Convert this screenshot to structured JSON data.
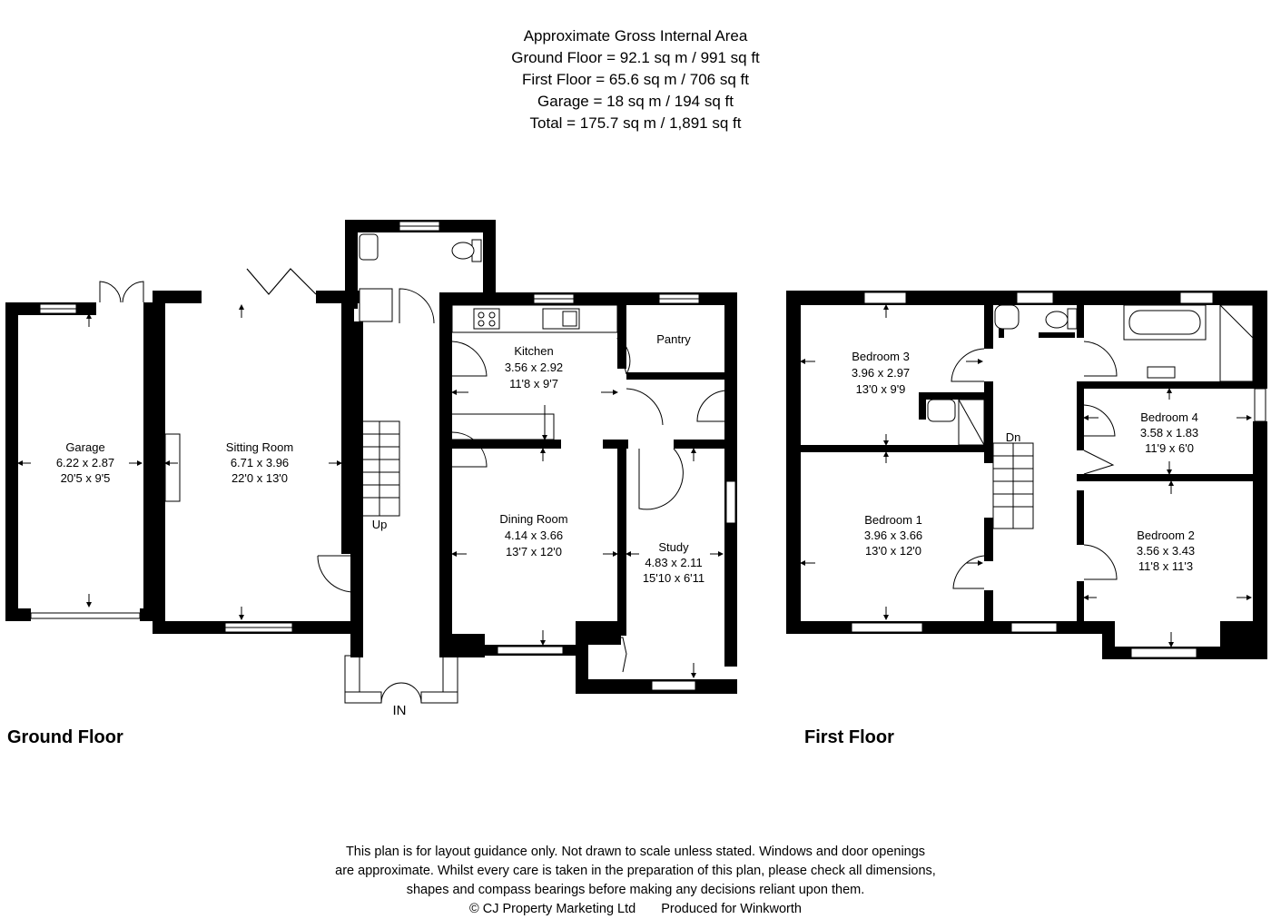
{
  "header": {
    "lines": [
      "Approximate Gross Internal Area",
      "Ground Floor = 92.1 sq m / 991 sq ft",
      "First Floor = 65.6 sq m / 706 sq ft",
      "Garage = 18 sq m / 194 sq ft",
      "Total = 175.7 sq m / 1,891 sq ft"
    ]
  },
  "floors": {
    "ground": "Ground Floor",
    "first": "First Floor"
  },
  "ground_rooms": {
    "garage": {
      "name": "Garage",
      "metric": "6.22 x 2.87",
      "imperial": "20'5 x 9'5"
    },
    "sitting": {
      "name": "Sitting Room",
      "metric": "6.71 x 3.96",
      "imperial": "22'0 x 13'0"
    },
    "kitchen": {
      "name": "Kitchen",
      "metric": "3.56 x 2.92",
      "imperial": "11'8 x 9'7"
    },
    "pantry": {
      "name": "Pantry"
    },
    "dining": {
      "name": "Dining Room",
      "metric": "4.14 x 3.66",
      "imperial": "13'7 x 12'0"
    },
    "study": {
      "name": "Study",
      "metric": "4.83 x 2.11",
      "imperial": "15'10 x 6'11"
    },
    "up": "Up",
    "entrance": "IN"
  },
  "first_rooms": {
    "bed3": {
      "name": "Bedroom 3",
      "metric": "3.96 x 2.97",
      "imperial": "13'0 x 9'9"
    },
    "bed4": {
      "name": "Bedroom 4",
      "metric": "3.58 x 1.83",
      "imperial": "11'9 x 6'0"
    },
    "bed1": {
      "name": "Bedroom 1",
      "metric": "3.96 x 3.66",
      "imperial": "13'0 x 12'0"
    },
    "bed2": {
      "name": "Bedroom 2",
      "metric": "3.56 x 3.43",
      "imperial": "11'8 x 11'3"
    },
    "down": "Dn"
  },
  "footer": {
    "lines": [
      "This plan is for layout guidance only. Not drawn to scale unless stated. Windows and door openings",
      "are approximate. Whilst every care is taken in the preparation of this plan, please check all dimensions,",
      "shapes and compass bearings before making any decisions reliant upon them."
    ],
    "copyright": "© CJ Property Marketing Ltd",
    "produced": "Produced for Winkworth"
  }
}
